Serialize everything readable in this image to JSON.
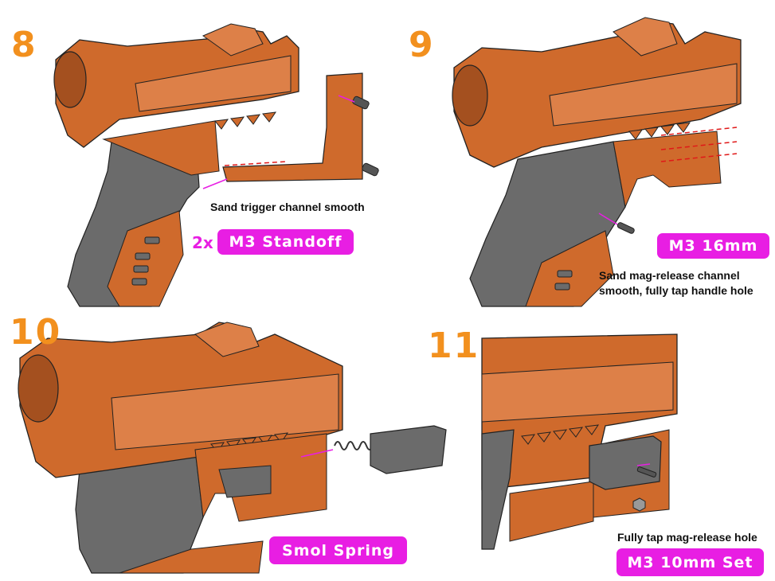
{
  "colors": {
    "orange_number": "#f2901e",
    "magenta_label": "#e81ee3",
    "body_orange": "#cf6a2c",
    "body_orange_light": "#dd8048",
    "body_orange_dark": "#a4501f",
    "grip_gray": "#6b6b6b",
    "grip_gray_light": "#8b8b8b",
    "outline": "#222222",
    "guide_red": "#e01818",
    "leader_magenta": "#e81ee3"
  },
  "steps": [
    {
      "number": "8",
      "note": "Sand trigger channel smooth",
      "part_prefix": "2x",
      "part_label": "M3 Standoff"
    },
    {
      "number": "9",
      "part_label": "M3 16mm",
      "note_lines": [
        "Sand mag-release channel",
        "smooth, fully tap handle hole"
      ]
    },
    {
      "number": "10",
      "part_label": "Smol Spring"
    },
    {
      "number": "11",
      "note": "Fully tap mag-release hole",
      "part_label": "M3 10mm Set"
    }
  ],
  "icons": {
    "step8": "pistol-frame-with-trigger-guard-icon",
    "step9": "pistol-frame-assembled-icon",
    "step10": "pistol-frame-with-mag-release-icon",
    "step11": "mag-release-closeup-icon"
  }
}
